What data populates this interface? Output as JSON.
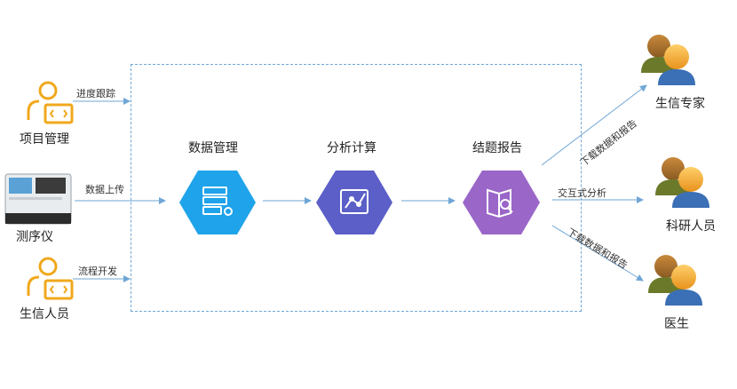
{
  "left": {
    "project": "项目管理",
    "sequencer": "测序仪",
    "bioinfo": "生信人员",
    "track": "进度跟踪",
    "upload": "数据上传",
    "dev": "流程开发"
  },
  "center": {
    "data_mgmt": "数据管理",
    "compute": "分析计算",
    "report": "结题报告"
  },
  "right": {
    "expert": "生信专家",
    "researcher": "科研人员",
    "doctor": "医生",
    "download_top": "下载数据和报告",
    "interactive": "交互式分析",
    "download_bottom": "下载数据和报告"
  },
  "colors": {
    "orange": "#f0a81c",
    "blue_hex": "#1fa3ea",
    "indigo_hex": "#5b5fc7",
    "purple_hex": "#9a66c8",
    "arrow": "#6fa6d6"
  }
}
